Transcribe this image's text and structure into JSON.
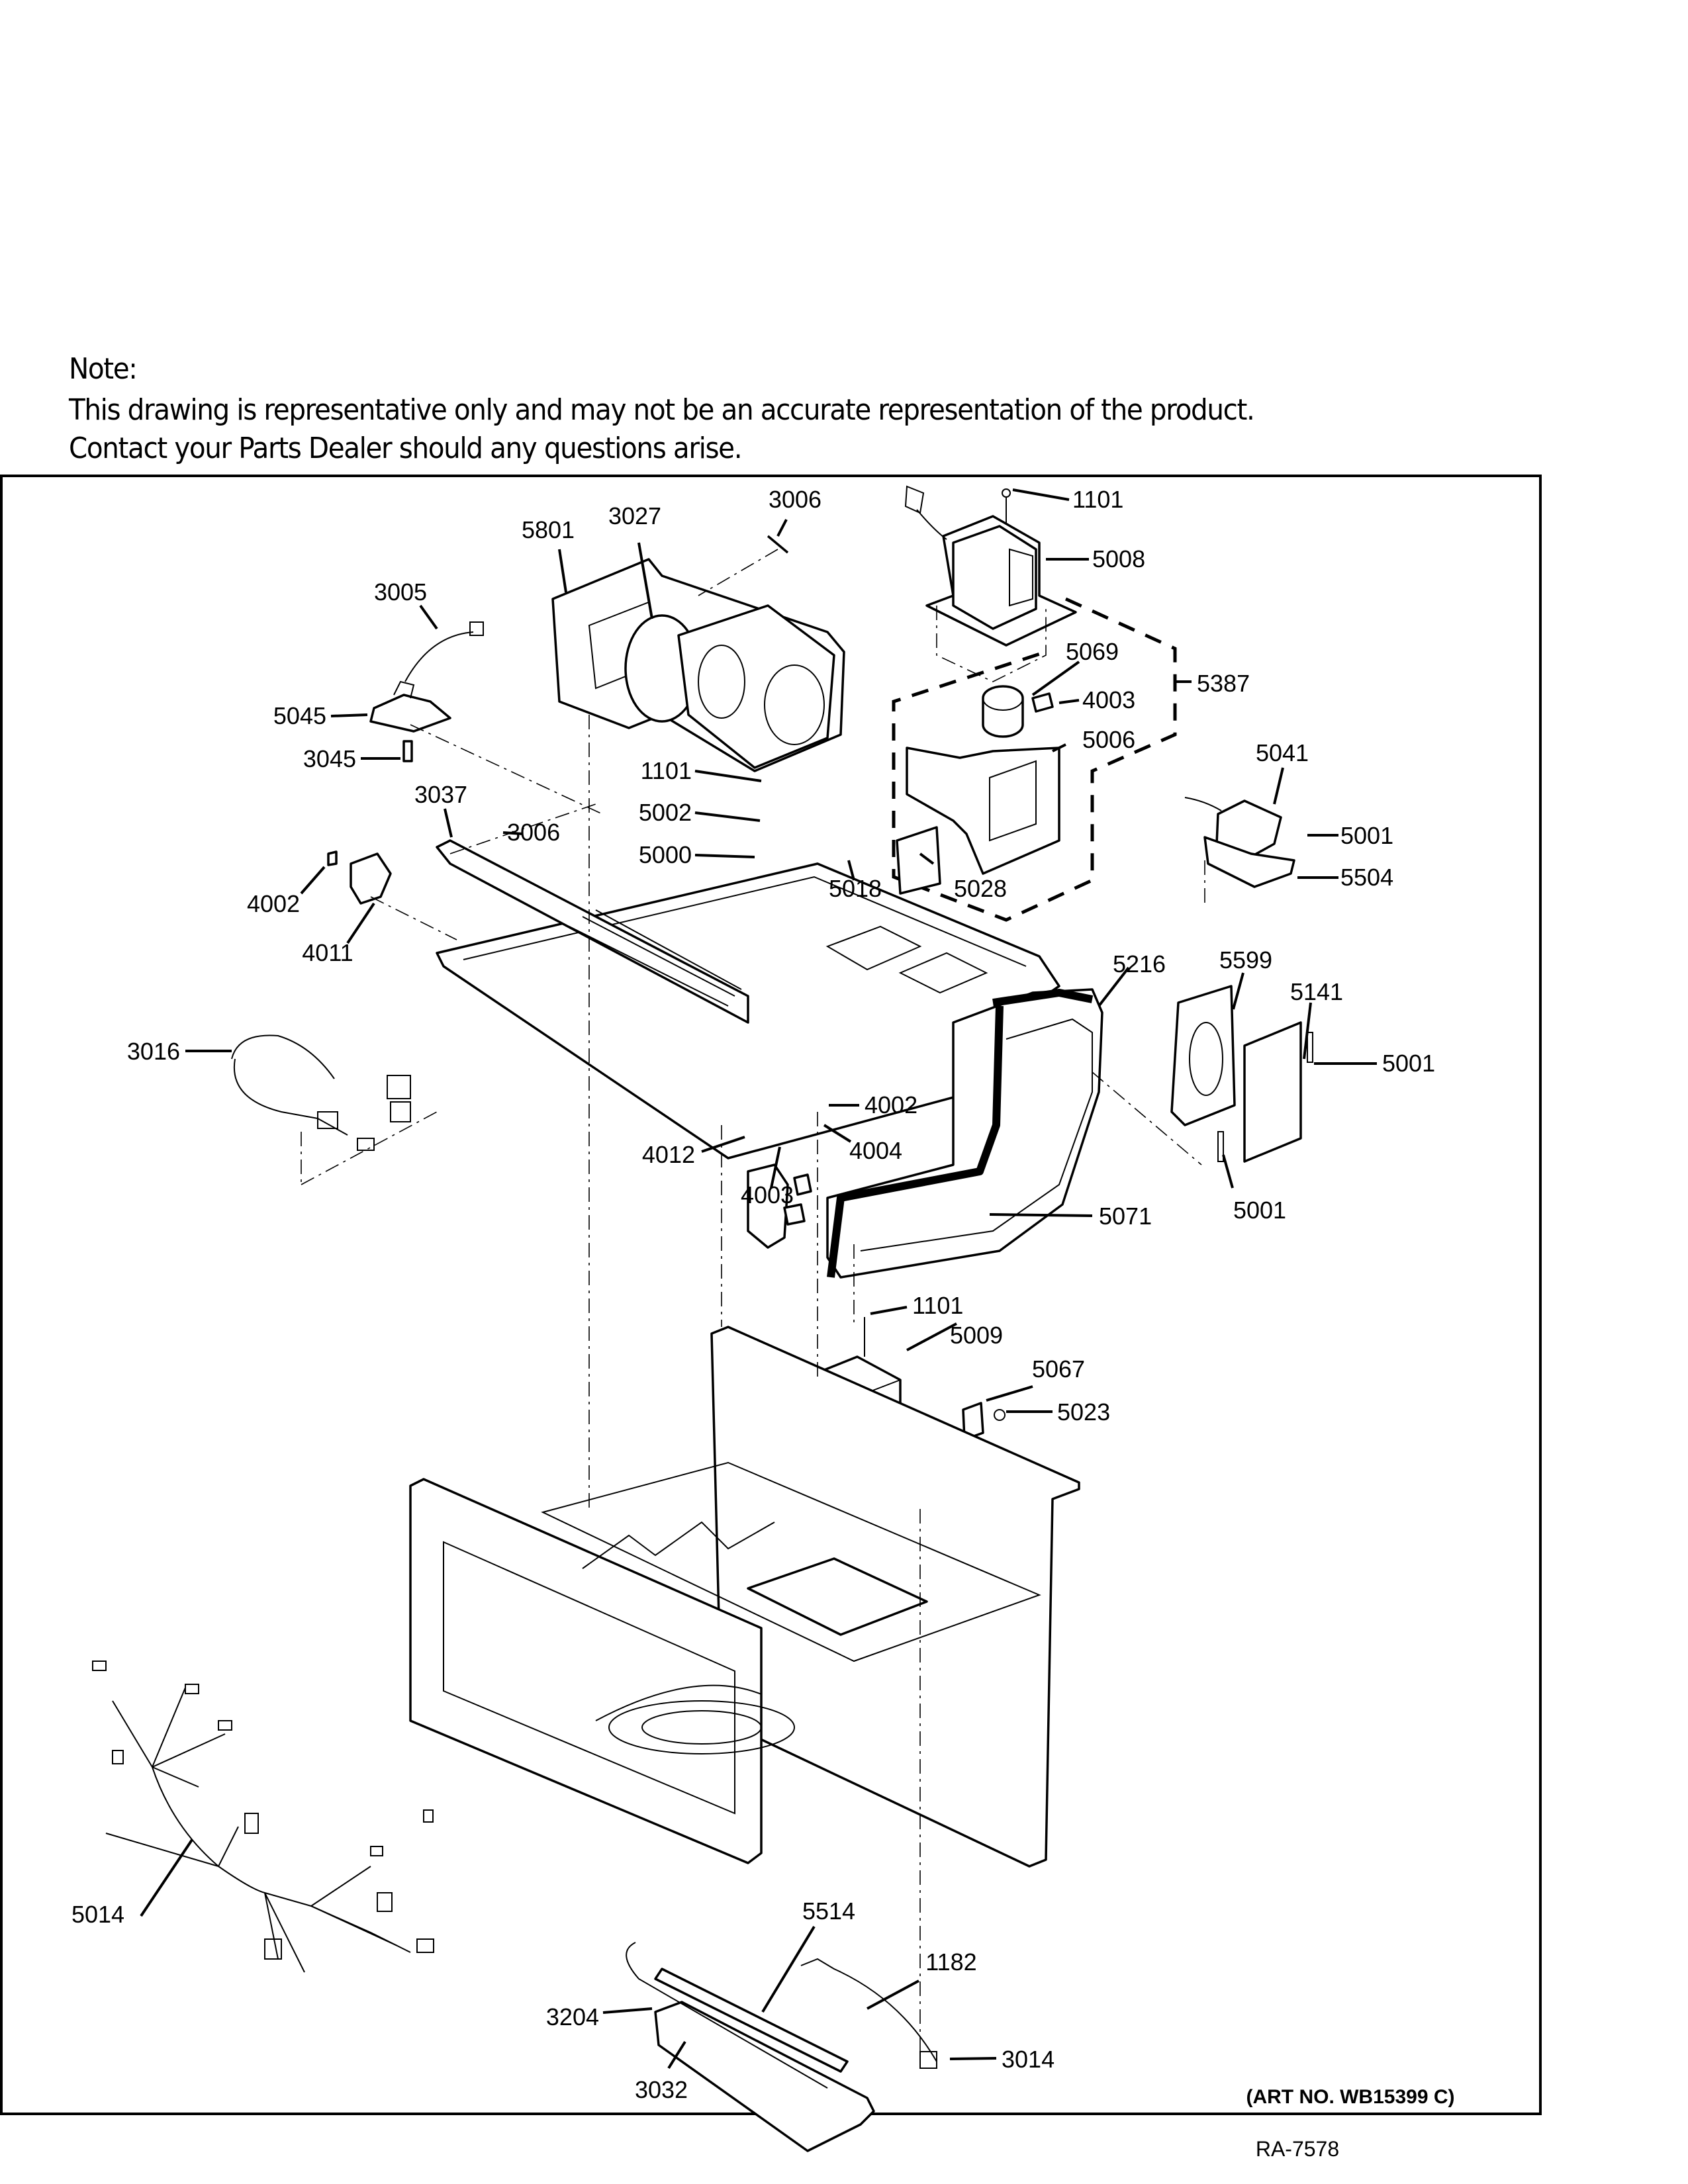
{
  "note": {
    "title": "Note:",
    "line1": "This drawing is representative only and may not be an accurate representation of the product.",
    "line2": "Contact your Parts Dealer should any questions arise."
  },
  "diagram": {
    "subject": "Microwave oven exploded parts view",
    "art_number": "(ART NO. WB15399 C)",
    "reference": "RA-7578",
    "callouts": [
      {
        "id": "c1",
        "label": "3006"
      },
      {
        "id": "c2",
        "label": "1101"
      },
      {
        "id": "c3",
        "label": "5801"
      },
      {
        "id": "c4",
        "label": "3027"
      },
      {
        "id": "c5",
        "label": "5008"
      },
      {
        "id": "c6",
        "label": "3005"
      },
      {
        "id": "c7",
        "label": "5069"
      },
      {
        "id": "c8",
        "label": "4003"
      },
      {
        "id": "c9",
        "label": "5387"
      },
      {
        "id": "c10",
        "label": "5006"
      },
      {
        "id": "c11",
        "label": "5045"
      },
      {
        "id": "c12",
        "label": "3045"
      },
      {
        "id": "c13",
        "label": "1101"
      },
      {
        "id": "c14",
        "label": "5041"
      },
      {
        "id": "c15",
        "label": "3037"
      },
      {
        "id": "c16",
        "label": "5002"
      },
      {
        "id": "c17",
        "label": "3006"
      },
      {
        "id": "c18",
        "label": "5001"
      },
      {
        "id": "c19",
        "label": "5000"
      },
      {
        "id": "c20",
        "label": "5018"
      },
      {
        "id": "c21",
        "label": "5028"
      },
      {
        "id": "c22",
        "label": "5504"
      },
      {
        "id": "c23",
        "label": "4002"
      },
      {
        "id": "c24",
        "label": "4011"
      },
      {
        "id": "c25",
        "label": "5216"
      },
      {
        "id": "c26",
        "label": "5599"
      },
      {
        "id": "c27",
        "label": "5141"
      },
      {
        "id": "c28",
        "label": "3016"
      },
      {
        "id": "c29",
        "label": "5001"
      },
      {
        "id": "c30",
        "label": "4002"
      },
      {
        "id": "c31",
        "label": "4004"
      },
      {
        "id": "c32",
        "label": "4012"
      },
      {
        "id": "c33",
        "label": "4003"
      },
      {
        "id": "c34",
        "label": "5001"
      },
      {
        "id": "c35",
        "label": "5071"
      },
      {
        "id": "c36",
        "label": "1101"
      },
      {
        "id": "c37",
        "label": "5009"
      },
      {
        "id": "c38",
        "label": "5067"
      },
      {
        "id": "c39",
        "label": "5023"
      },
      {
        "id": "c40",
        "label": "5514"
      },
      {
        "id": "c41",
        "label": "5014"
      },
      {
        "id": "c42",
        "label": "1182"
      },
      {
        "id": "c43",
        "label": "3204"
      },
      {
        "id": "c44",
        "label": "3014"
      },
      {
        "id": "c45",
        "label": "3032"
      }
    ]
  }
}
